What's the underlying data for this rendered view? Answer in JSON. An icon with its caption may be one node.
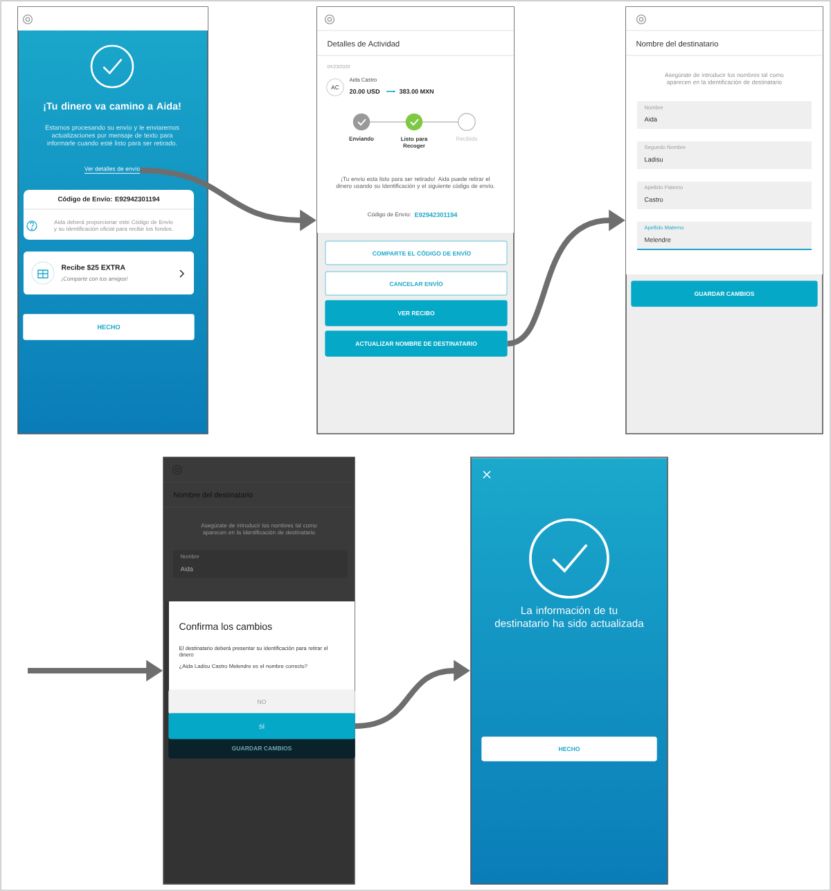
{
  "diagram": {
    "nodes": [
      {
        "text": [
          "¡Tu dinero va camino a Aida!",
          "Estamos procesando su envío y le enviaremos actualizaciones por mensaje de texto para informarle cuando esté listo para ser retirado."
        ]
      },
      {
        "text": [
          "Ver detalles de envío"
        ],
        "in": 0
      },
      {
        "text": [
          "Código de Envío: E92942301194",
          "Aida deberá proporcionar este Código de Envío y su identificación oficial para recibir los fondos."
        ],
        "in": 0
      },
      {
        "text": [
          "Recibe $25 EXTRA",
          "¡Comparte con tus amigos!"
        ],
        "in": 0
      },
      {
        "text": [
          "HECHO"
        ],
        "in": 0
      },
      {
        "text": [
          "Detalles de Actividad",
          "04/23/2020",
          "AC",
          "Aida Castro",
          "20.00 USD",
          "383.00 MXN",
          "Enviando",
          "Listo para Recoger",
          "Recibido",
          "¡Tu envío esta listo para ser retirado! Aida puede retirar el dinero usando su Identificación y el siguiente código de envío.",
          "Código de Envío:",
          "E92942301194"
        ]
      },
      {
        "text": [
          "COMPARTE EL CÓDIGO DE ENVÍO"
        ],
        "in": 5
      },
      {
        "text": [
          "CANCELAR ENVÍO"
        ],
        "in": 5
      },
      {
        "text": [
          "VER RECIBO"
        ],
        "in": 5
      },
      {
        "text": [
          "ACTUALIZAR NOMBRE DE DESTINATARIO"
        ],
        "in": 5
      },
      {
        "text": [
          "Nombre del destinatario",
          "Asegúrate de introducir los nombres tal como aparecen en la identificación de destinatario"
        ]
      },
      {
        "text": [
          "Nombre",
          "Aida"
        ],
        "in": 10
      },
      {
        "text": [
          "Segundo Nombre",
          "Ladisu"
        ],
        "in": 10
      },
      {
        "text": [
          "Apellido Paterno",
          "Castro"
        ],
        "in": 10
      },
      {
        "text": [
          "Apellido Materno",
          "Melendre"
        ],
        "in": 10
      },
      {
        "text": [
          "GUARDAR CAMBIOS"
        ],
        "in": 10
      },
      {
        "text": [
          "Nombre del destinatario",
          "Asegúrate de introducir los nombres tal como aparecen en la identificación de destinatario"
        ]
      },
      {
        "text": [
          "Nombre",
          "Aida"
        ],
        "in": 16
      },
      {
        "text": [
          "Confirma los cambios",
          "El destinatario deberá presentar su identificación para retirar el dinero",
          "¿Aida Ladisu Castro Melendre es el nombre correcto?"
        ],
        "in": 16
      },
      {
        "text": [
          "NO"
        ],
        "in": 18
      },
      {
        "text": [
          "SÍ"
        ],
        "in": 18
      },
      {
        "text": [
          "GUARDAR CAMBIOS"
        ],
        "in": 16
      },
      {
        "text": [
          "La información de tu destinatario ha sido actualizada"
        ]
      },
      {
        "text": [
          "HECHO"
        ],
        "in": 22
      }
    ],
    "edges": [
      {
        "from": 1,
        "to": 5,
        "arrow": "to"
      },
      {
        "from": 9,
        "to": 10,
        "arrow": "to"
      },
      {
        "from": null,
        "to": 16,
        "arrow": "to"
      },
      {
        "from": 20,
        "to": 22,
        "arrow": "to"
      }
    ]
  }
}
